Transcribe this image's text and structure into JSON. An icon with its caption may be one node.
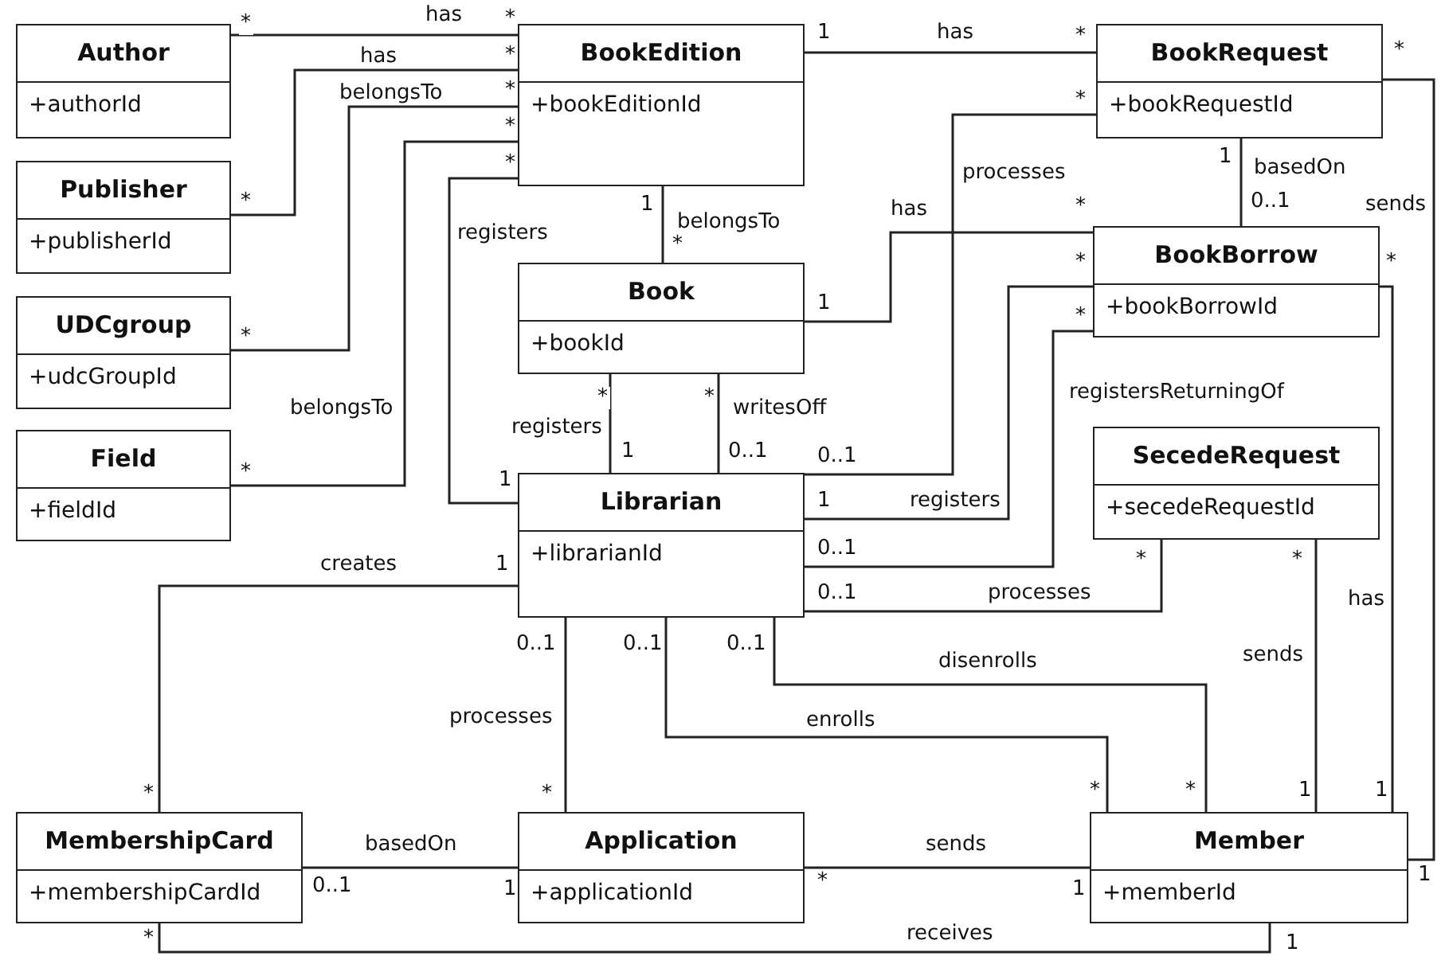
{
  "diagram": {
    "nodes": [
      {
        "text": [
          "Author",
          "+authorId"
        ]
      },
      {
        "text": [
          "Publisher",
          "+publisherId"
        ]
      },
      {
        "text": [
          "UDCgroup",
          "+udcGroupId"
        ]
      },
      {
        "text": [
          "Field",
          "+fieldId"
        ]
      },
      {
        "text": [
          "BookEdition",
          "+bookEditionId"
        ]
      },
      {
        "text": [
          "BookRequest",
          "+bookRequestId"
        ]
      },
      {
        "text": [
          "Book",
          "+bookId"
        ]
      },
      {
        "text": [
          "BookBorrow",
          "+bookBorrowId"
        ]
      },
      {
        "text": [
          "Librarian",
          "+librarianId"
        ]
      },
      {
        "text": [
          "SecedeRequest",
          "+secedeRequestId"
        ]
      },
      {
        "text": [
          "MembershipCard",
          "+membershipCardId"
        ]
      },
      {
        "text": [
          "Application",
          "+applicationId"
        ]
      },
      {
        "text": [
          "Member",
          "+memberId"
        ]
      }
    ],
    "edges": [
      {
        "from": 0,
        "to": 4,
        "arrow": "none",
        "label": "has"
      },
      {
        "from": 1,
        "to": 4,
        "arrow": "none",
        "label": "has"
      },
      {
        "from": 2,
        "to": 4,
        "arrow": "none",
        "label": "belongsTo"
      },
      {
        "from": 3,
        "to": 4,
        "arrow": "none",
        "label": "belongsTo"
      },
      {
        "from": 4,
        "to": 8,
        "arrow": "none",
        "label": "registers"
      },
      {
        "from": 4,
        "to": 5,
        "arrow": "none",
        "label": "has"
      },
      {
        "from": 4,
        "to": 6,
        "arrow": "none",
        "label": "belongsTo"
      },
      {
        "from": 6,
        "to": 7,
        "arrow": "none",
        "label": "has"
      },
      {
        "from": 8,
        "to": 5,
        "arrow": "none",
        "label": "processes"
      },
      {
        "from": 5,
        "to": 7,
        "arrow": "none",
        "label": "basedOn"
      },
      {
        "from": 6,
        "to": 8,
        "arrow": "none",
        "label": "registers"
      },
      {
        "from": 6,
        "to": 8,
        "arrow": "none",
        "label": "writesOff"
      },
      {
        "from": 7,
        "to": 8,
        "arrow": "none",
        "label": "registers"
      },
      {
        "from": 7,
        "to": 8,
        "arrow": "none",
        "label": "registersReturningOf"
      },
      {
        "from": 9,
        "to": 8,
        "arrow": "none",
        "label": "processes"
      },
      {
        "from": 5,
        "to": 12,
        "arrow": "none",
        "label": "sends"
      },
      {
        "from": 7,
        "to": 12,
        "arrow": "none",
        "label": "has"
      },
      {
        "from": 9,
        "to": 12,
        "arrow": "none",
        "label": "sends"
      },
      {
        "from": 8,
        "to": 12,
        "arrow": "none",
        "label": "disenrolls"
      },
      {
        "from": 8,
        "to": 12,
        "arrow": "none",
        "label": "enrolls"
      },
      {
        "from": 8,
        "to": 11,
        "arrow": "none",
        "label": "processes"
      },
      {
        "from": 8,
        "to": 10,
        "arrow": "none",
        "label": "creates"
      },
      {
        "from": 10,
        "to": 11,
        "arrow": "none",
        "label": "basedOn"
      },
      {
        "from": 11,
        "to": 12,
        "arrow": "none",
        "label": "sends"
      },
      {
        "from": 10,
        "to": 12,
        "arrow": "none",
        "label": "receives"
      }
    ],
    "labels": [
      "*",
      "*",
      "*",
      "*",
      "*",
      "*",
      "*",
      "*",
      "*",
      "1",
      "1",
      "*",
      "1",
      "*",
      "1",
      "*",
      "0..1",
      "*",
      "1",
      "0..1",
      "*",
      "1",
      "*",
      "0..1",
      "*",
      "1",
      "*",
      "0..1",
      "*",
      "0..1",
      "*",
      "1",
      "*",
      "1",
      "*",
      "1",
      "0..1",
      "*",
      "0..1",
      "*",
      "0..1",
      "*",
      "1",
      "*",
      "0..1",
      "1",
      "*",
      "1",
      "*",
      "1"
    ]
  }
}
